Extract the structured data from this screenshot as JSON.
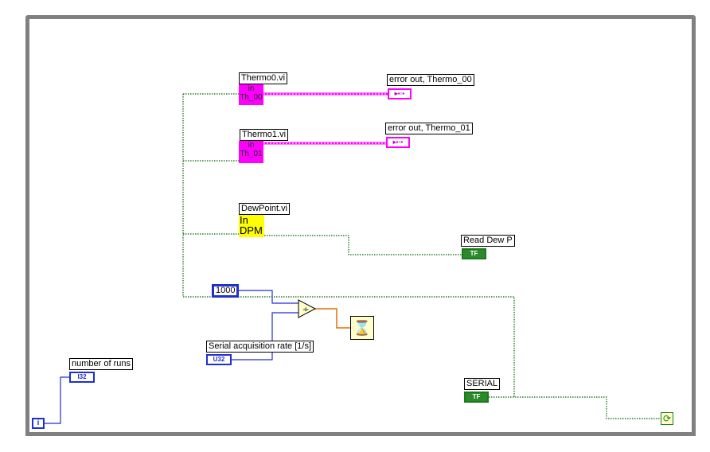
{
  "diagram": {
    "subvis": [
      {
        "label": "Thermo0.vi",
        "line1": "in",
        "line2": "Th_00"
      },
      {
        "label": "Thermo1.vi",
        "line1": "in",
        "line2": "Th_01"
      },
      {
        "label": "DewPoint.vi",
        "line1": "In",
        "line2": "DPM"
      }
    ],
    "indicators": {
      "error_out_0": "error out, Thermo_00",
      "error_out_1": "error out, Thermo_01",
      "read_dew_p": "Read Dew P",
      "read_dew_p_type": "TF",
      "serial": "SERIAL",
      "serial_type": "TF",
      "number_of_runs": "number of runs",
      "number_of_runs_type": "I32"
    },
    "controls": {
      "acq_rate_label": "Serial acquisition rate [1/s]",
      "acq_rate_type": "U32"
    },
    "constants": {
      "ms_constant": "1000"
    },
    "loop": {
      "iteration_terminal": "i"
    },
    "colors": {
      "frame": "#808080",
      "error_wire": "#ff00ff",
      "bool_wire": "#006400",
      "int_wire": "#1f2fd0",
      "float_wire": "#e07000"
    }
  }
}
